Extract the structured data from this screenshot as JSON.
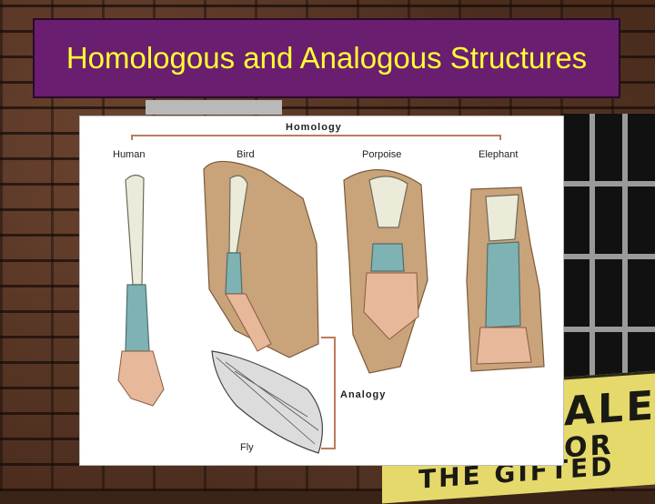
{
  "slide": {
    "title": "Homologous and Analogous Structures"
  },
  "figure": {
    "homology_label": "Homology",
    "analogy_label": "Analogy",
    "specimens": [
      "Human",
      "Bird",
      "Porpoise",
      "Elephant",
      "Fly"
    ]
  },
  "background_sign": {
    "line1": "ALE",
    "line2": "OR",
    "line3": "THE GIFTED"
  },
  "colors": {
    "title_box": "#6a1e6f",
    "title_text": "#ffff33",
    "body_outline": "#c9a37a",
    "bone_upper": "#ecebd9",
    "bone_lower": "#7fb3b3",
    "bone_hand": "#e8b89a"
  }
}
